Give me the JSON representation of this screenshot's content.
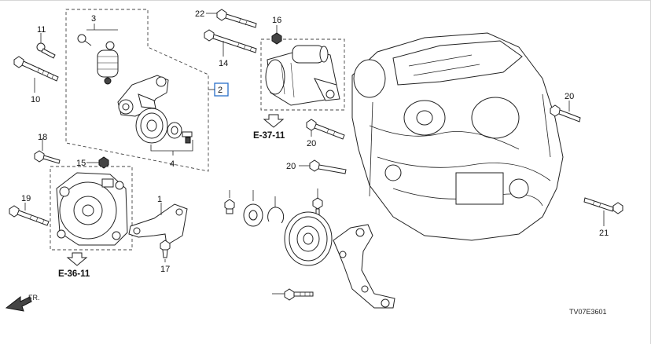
{
  "diagram_code": "TV07E3601",
  "front_marker": "FR.",
  "references": {
    "starter": "E-37-11",
    "alternator": "E-36-11"
  },
  "callouts": {
    "c1": "1",
    "c2": "2",
    "c3": "3",
    "c4": "4",
    "c10": "10",
    "c11": "11",
    "c14": "14",
    "c15": "15",
    "c16": "16",
    "c17": "17",
    "c18": "18",
    "c19": "19",
    "c20a": "20",
    "c20b": "20",
    "c20c": "20",
    "c21": "21",
    "c22": "22"
  }
}
